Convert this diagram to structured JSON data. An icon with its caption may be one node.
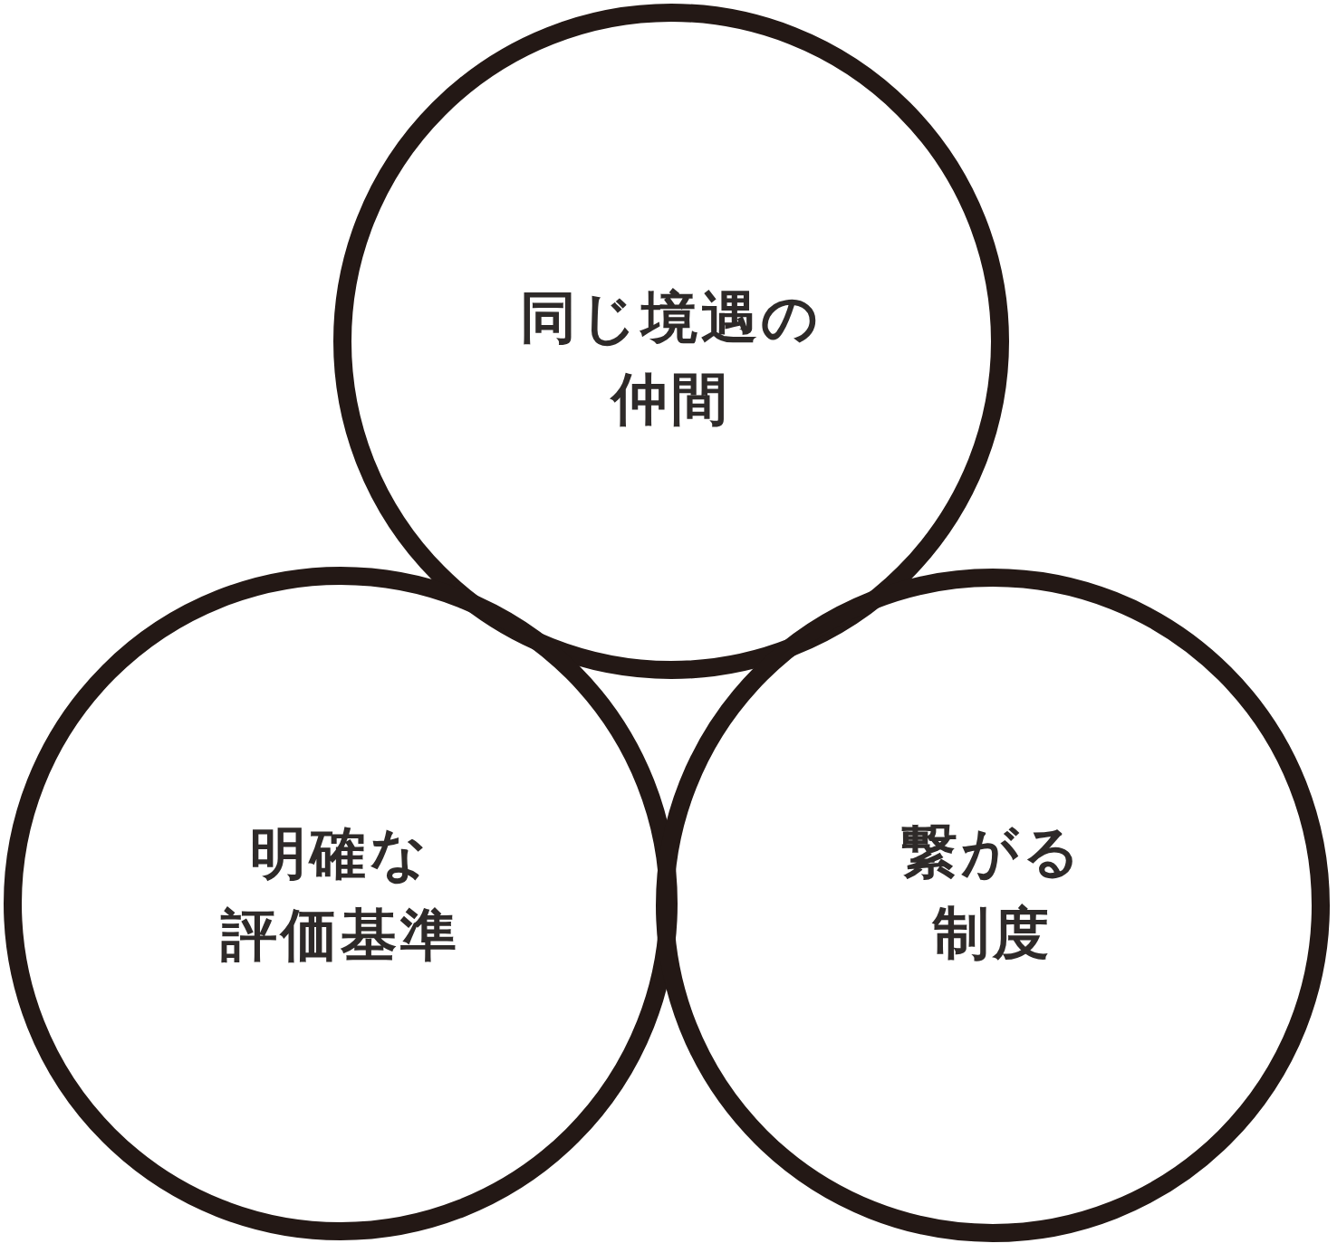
{
  "diagram": {
    "nodes": [
      {
        "text": [
          "同じ境遇の仲間"
        ]
      },
      {
        "text": [
          "明確な評価基準"
        ]
      },
      {
        "text": [
          "繋がる制度"
        ]
      }
    ]
  }
}
